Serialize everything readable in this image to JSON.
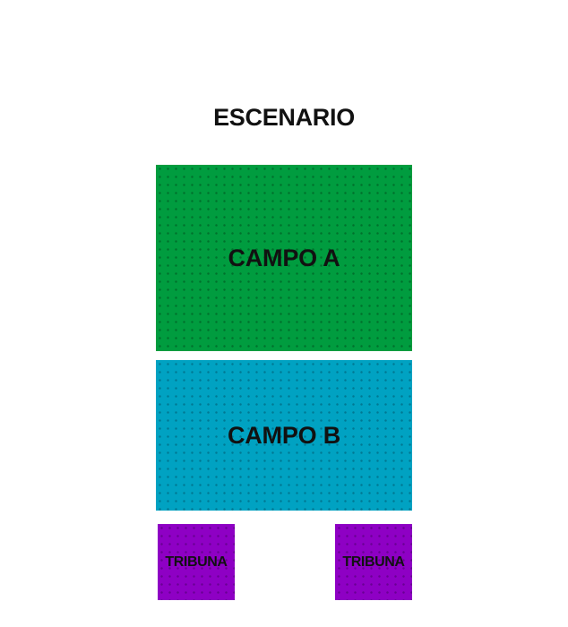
{
  "stage": {
    "label": "ESCENARIO"
  },
  "sections": {
    "campo_a": {
      "label": "CAMPO A",
      "color": "#009c3f"
    },
    "campo_b": {
      "label": "CAMPO B",
      "color": "#00a2c2"
    },
    "tribuna_left": {
      "label": "TRIBUNA",
      "color": "#8e00c4"
    },
    "tribuna_right": {
      "label": "TRIBUNA",
      "color": "#8e00c4"
    }
  }
}
